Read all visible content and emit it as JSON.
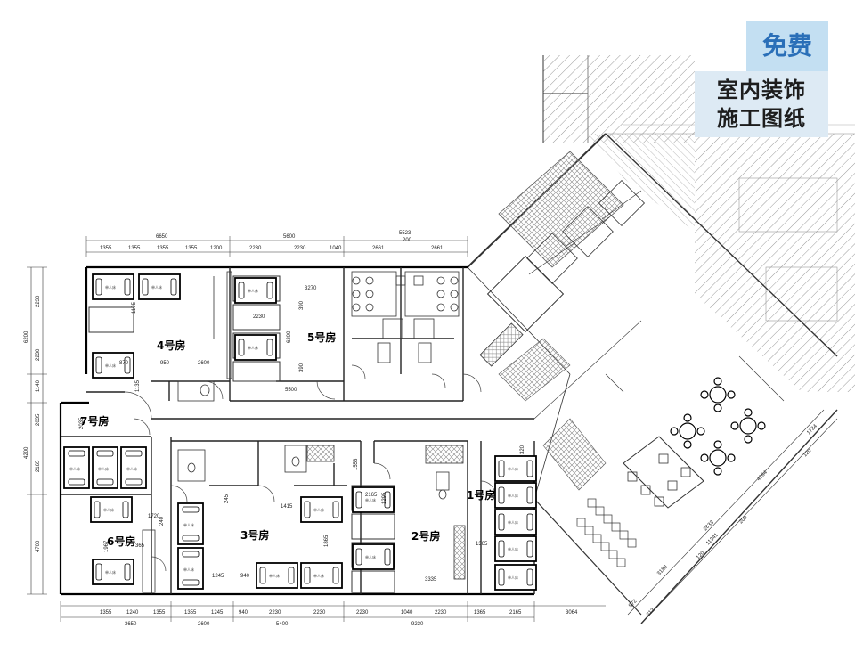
{
  "badge": {
    "free": "免费",
    "line1": "室内装饰",
    "line2": "施工图纸"
  },
  "rooms": {
    "r1": "1号房",
    "r2": "2号房",
    "r3": "3号房",
    "r4": "4号房",
    "r5": "5号房",
    "r6": "6号房",
    "r7": "7号房"
  },
  "dims": {
    "top_total": [
      "6650",
      "5600",
      "5523"
    ],
    "top_200": "200",
    "top_seg": [
      "1355",
      "1355",
      "1355",
      "1355",
      "1200",
      "2230",
      "2230",
      "1040",
      "2661",
      "2661"
    ],
    "bottom_seg": [
      "1355",
      "1240",
      "1355",
      "1355",
      "1245",
      "940",
      "2230",
      "2230",
      "2230",
      "1040",
      "2230",
      "1365",
      "2165",
      "3064"
    ],
    "bottom_total": [
      "3650",
      "2600",
      "5400",
      "9230"
    ],
    "left": [
      "2230",
      "6200",
      "2230",
      "1140",
      "2035",
      "4200",
      "2165",
      "4700"
    ],
    "inner_4": [
      "1105",
      "870",
      "950",
      "2600",
      "1135"
    ],
    "inner_5": [
      "3270",
      "2230",
      "6200",
      "390",
      "390",
      "5500"
    ],
    "inner_7": [
      "2035"
    ],
    "inner_6": [
      "1720",
      "1967",
      "365",
      "240"
    ],
    "inner_3": [
      "1415",
      "1865",
      "1245",
      "940",
      "245"
    ],
    "inner_2": [
      "2165",
      "1295",
      "1558",
      "1365",
      "3335"
    ],
    "inner_1": [
      "320"
    ],
    "diag": [
      "1724",
      "120",
      "4264",
      "2633",
      "200",
      "11341",
      "3188",
      "120",
      "972",
      "212"
    ]
  }
}
